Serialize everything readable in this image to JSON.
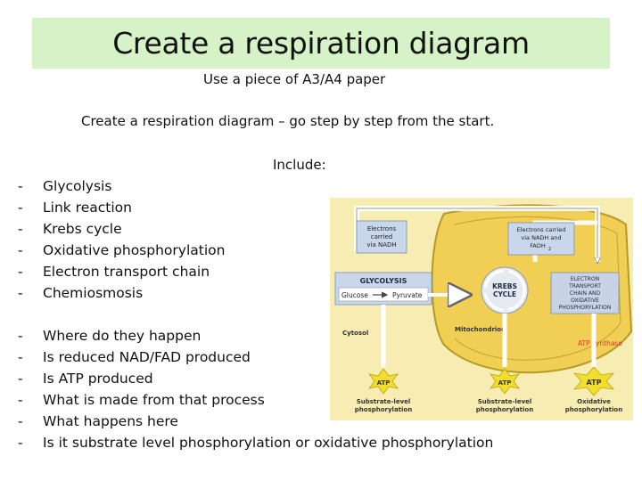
{
  "slide": {
    "title": "Create a respiration diagram",
    "paper_note": "Use a piece of A3/A4 paper",
    "instruction": "Create a respiration diagram – go step by step from the start.",
    "include_label": "Include:"
  },
  "include_list": [
    "Glycolysis",
    "Link reaction",
    "Krebs cycle",
    "Oxidative phosphorylation",
    "Electron transport chain",
    "Chemiosmosis"
  ],
  "question_list": [
    "Where do they happen",
    "Is reduced NAD/FAD produced",
    "Is ATP produced",
    "What is made from that process",
    "What happens here",
    "Is it substrate level phosphorylation or oxidative phosphorylation"
  ],
  "bullet_marker": "-",
  "diagram": {
    "electrons_nadh": [
      "Electrons",
      "carried",
      "via NADH"
    ],
    "electrons_nadh_fadh": [
      "Electrons carried",
      "via NADH and",
      "FADH"
    ],
    "fadh_subscript": "2",
    "glycolysis": "GLYCOLYSIS",
    "glucose": "Glucose",
    "pyruvate": "Pyruvate",
    "krebs": [
      "KREBS",
      "CYCLE"
    ],
    "etc": [
      "ELECTRON",
      "TRANSPORT",
      "CHAIN AND",
      "OXIDATIVE",
      "PHOSPHORYLATION"
    ],
    "cytosol": "Cytosol",
    "mitochondrion": "Mitochondrion",
    "atp_synthase": "ATP synthase",
    "atp": "ATP",
    "substrate_level": [
      "Substrate-level",
      "phosphorylation"
    ],
    "oxidative": [
      "Oxidative",
      "phosphorylation"
    ]
  },
  "colors": {
    "title_bg": "#d5f3c6",
    "cell_fill": "#f6e79a",
    "mito_fill": "#f1cf55",
    "label_box": "#c9d7ec",
    "krebs_fill": "#e6eaf2",
    "etc_fill": "#c8d3e6",
    "atp_fill": "#f3df2a",
    "atp_synthase_text": "#d83b2e"
  }
}
